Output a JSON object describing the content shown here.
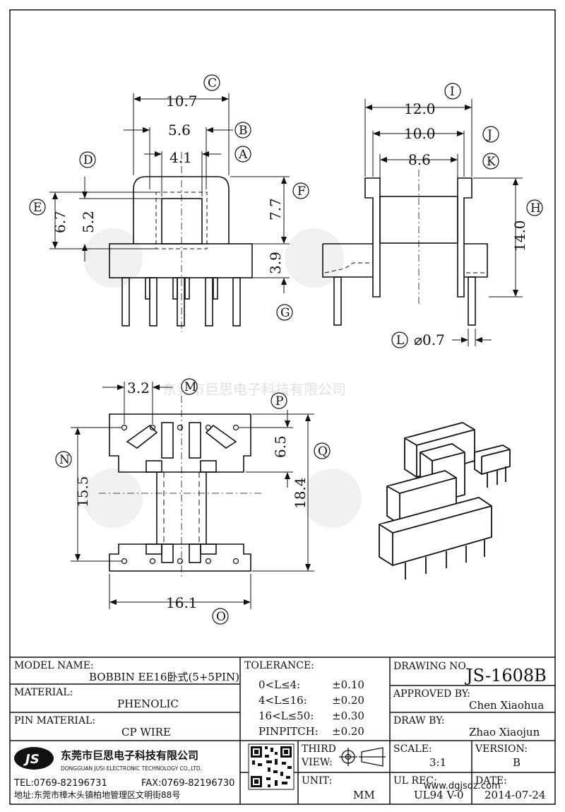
{
  "views": {
    "front": {
      "dims": {
        "c": "10.7",
        "b": "5.6",
        "a": "4.1",
        "e": "6.7",
        "d": "5.2",
        "f": "7.7",
        "g": "3.9"
      },
      "labels": {
        "c": "C",
        "b": "B",
        "a": "A",
        "d": "D",
        "e": "E",
        "f": "F",
        "g": "G"
      }
    },
    "side": {
      "dims": {
        "i": "12.0",
        "j": "10.0",
        "k": "8.6",
        "h": "14.0",
        "l": "⌀0.7"
      },
      "labels": {
        "i": "I",
        "j": "J",
        "k": "K",
        "h": "H",
        "l": "L"
      }
    },
    "bottom": {
      "dims": {
        "m": "3.2",
        "p": "6.5",
        "q": "18.4",
        "n": "15.5",
        "o": "16.1"
      },
      "labels": {
        "m": "M",
        "p": "P",
        "q": "Q",
        "n": "N",
        "o": "O"
      }
    }
  },
  "watermark": {
    "company_cn": "东莞市巨思电子科技有限公司"
  },
  "title_block": {
    "model_name_label": "MODEL NAME:",
    "model_name_value": "BOBBIN EE16卧式(5+5PIN)",
    "material_label": "MATERIAL:",
    "material_value": "PHENOLIC",
    "pin_material_label": "PIN MATERIAL:",
    "pin_material_value": "CP WIRE",
    "tolerance_label": "TOLERANCE:",
    "tolerances": [
      {
        "range": "0<L≤4:",
        "value": "±0.10"
      },
      {
        "range": "4<L≤16:",
        "value": "±0.20"
      },
      {
        "range": "16<L≤50:",
        "value": "±0.30"
      },
      {
        "range": "PINPITCH:",
        "value": "±0.20"
      }
    ],
    "drawing_no_label": "DRAWING NO.",
    "drawing_no_value": "JS-1608B",
    "approved_by_label": "APPROVED BY:",
    "approved_by_value": "Chen Xiaohua",
    "draw_by_label": "DRAW BY:",
    "draw_by_value": "Zhao Xiaojun",
    "third_view_label_1": "THIRD",
    "third_view_label_2": "VIEW:",
    "unit_label": "UNIT:",
    "unit_value": "MM",
    "scale_label": "SCALE:",
    "scale_value": "3:1",
    "version_label": "VERSION:",
    "version_value": "B",
    "ul_rec_label": "UL REC:",
    "ul_rec_value": "UL94 V-0",
    "date_label": "DATE:",
    "date_value": "2014-07-24",
    "website": "www.dgjsdz.com"
  },
  "company": {
    "logo_text": "JS",
    "name_cn": "东莞市巨思电子科技有限公司",
    "name_en": "DONGGUAN JUSI ELECTRONIC TECHNOLOGY CO.,LTD.",
    "tel": "TEL:0769-82196731",
    "fax": "FAX:0769-82196730",
    "address": "地址:东莞市樟木头镇柏地管理区文明街88号"
  }
}
